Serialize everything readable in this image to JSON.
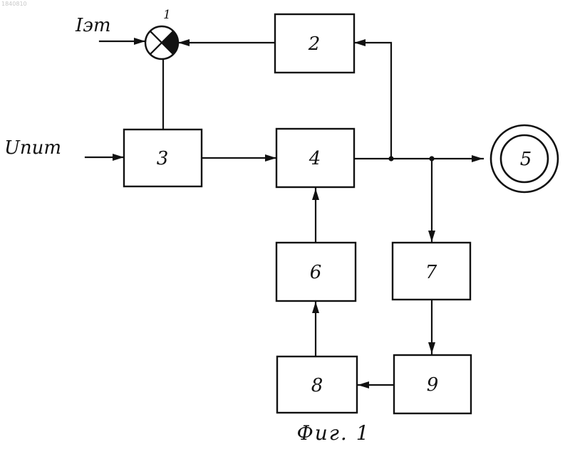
{
  "document_id": "1840810",
  "inputs": {
    "reference_current": "Iэт",
    "supply_voltage": "Uпит"
  },
  "blocks": {
    "b1": "1",
    "b2": "2",
    "b3": "3",
    "b4": "4",
    "b5": "5",
    "b6": "6",
    "b7": "7",
    "b8": "8",
    "b9": "9"
  },
  "caption": "Фиг. 1"
}
